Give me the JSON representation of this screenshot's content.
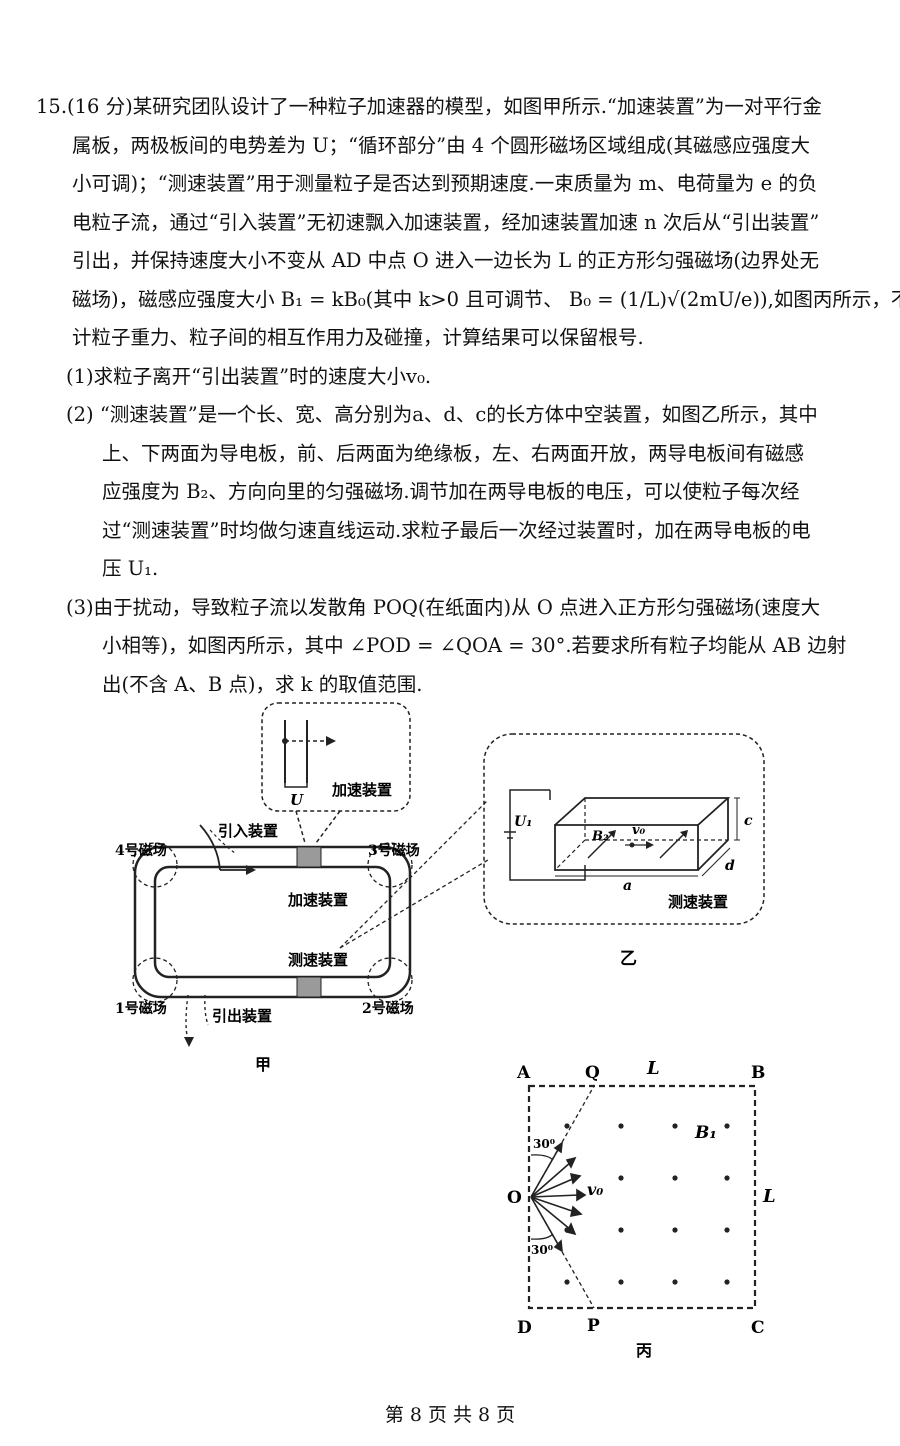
{
  "problem": {
    "p1": "15.(16 分)某研究团队设计了一种粒子加速器的模型，如图甲所示.“加速装置”为一对平行金",
    "p2": "属板，两极板间的电势差为 U；“循环部分”由 4 个圆形磁场区域组成(其磁感应强度大",
    "p3": "小可调)；“测速装置”用于测量粒子是否达到预期速度.一束质量为 m、电荷量为 e 的负",
    "p4": "电粒子流，通过“引入装置”无初速飘入加速装置，经加速装置加速 n 次后从“引出装置”",
    "p5": "引出，并保持速度大小不变从 AD 中点 O 进入一边长为 L 的正方形匀强磁场(边界处无",
    "p6": "磁场)，磁感应强度大小 B₁ = kB₀(其中 k>0 且可调节、 B₀ = (1/L)√(2mU/e)),如图丙所示，不",
    "p7": "计粒子重力、粒子间的相互作用力及碰撞，计算结果可以保留根号.",
    "q1": "(1)求粒子离开“引出装置”时的速度大小v₀.",
    "q2a": "(2) “测速装置”是一个长、宽、高分别为a、d、c的长方体中空装置，如图乙所示，其中",
    "q2b": "上、下两面为导电板，前、后两面为绝缘板，左、右两面开放，两导电板间有磁感",
    "q2c": "应强度为 B₂、方向向里的匀强磁场.调节加在两导电板的电压，可以使粒子每次经",
    "q2d": "过“测速装置”时均做匀速直线运动.求粒子最后一次经过装置时，加在两导电板的电",
    "q2e": "压 U₁.",
    "q3a": "(3)由于扰动，导致粒子流以发散角 POQ(在纸面内)从 O 点进入正方形匀强磁场(速度大",
    "q3b": "小相等)，如图丙所示，其中 ∠POD = ∠QOA = 30°.若要求所有粒子均能从 AB 边射",
    "q3c": "出(不含 A、B 点)，求 k 的取值范围."
  },
  "fig_jia": {
    "caption": "甲",
    "accel_top": "加速装置",
    "U": "U",
    "accel": "加速装置",
    "speed": "测速装置",
    "inlet": "引入装置",
    "outlet": "引出装置",
    "m1": "1号磁场",
    "m2": "2号磁场",
    "m3": "3号磁场",
    "m4": "4号磁场"
  },
  "fig_yi": {
    "caption": "乙",
    "U1": "U₁",
    "B2": "B₂",
    "v0": "v₀",
    "a": "a",
    "c": "c",
    "d": "d",
    "label": "测速装置"
  },
  "fig_bing": {
    "caption": "丙",
    "A": "A",
    "B": "B",
    "C": "C",
    "D": "D",
    "O": "O",
    "P": "P",
    "Q": "Q",
    "L_top": "L",
    "L_right": "L",
    "B1": "B₁",
    "v0": "v₀",
    "ang_top": "30⁰",
    "ang_bot": "30⁰"
  },
  "footer": "第 8 页 共 8 页"
}
